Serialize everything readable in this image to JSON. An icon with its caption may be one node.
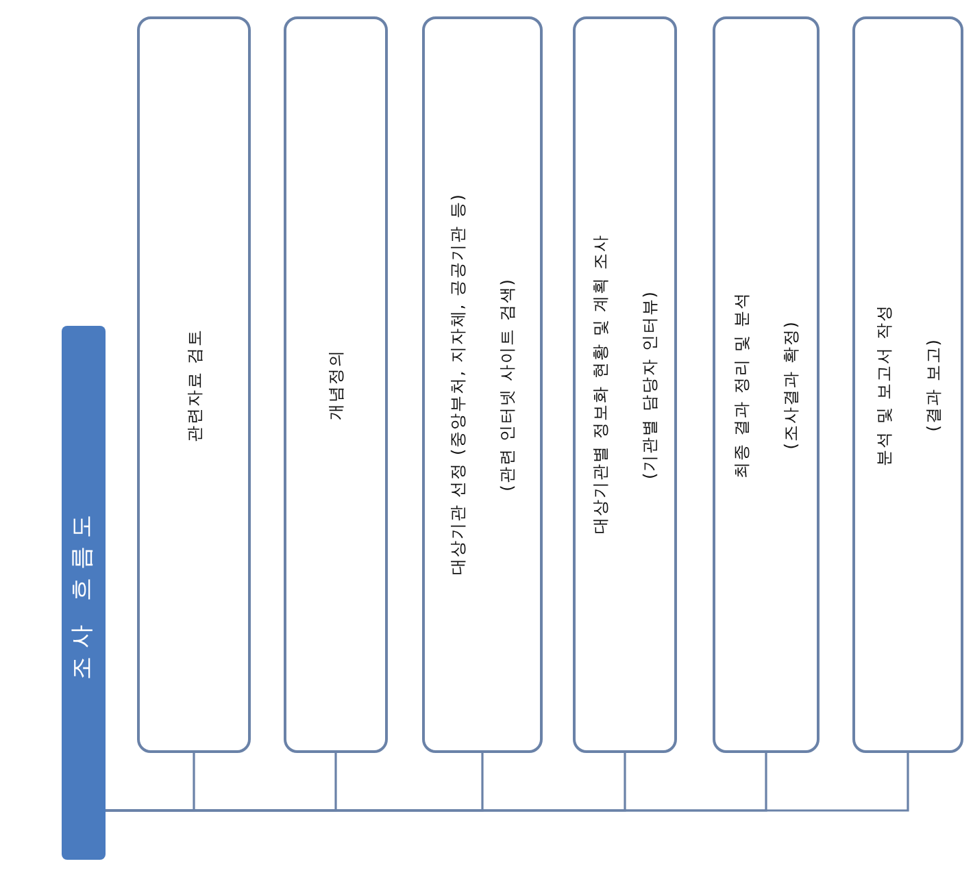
{
  "diagram": {
    "nodes": [
      {
        "text": [
          "조사 흐름도"
        ]
      },
      {
        "text": [
          "관련자료 검토"
        ]
      },
      {
        "text": [
          "개념정의"
        ]
      },
      {
        "text": [
          "대상기관 선정 (중앙부처, 지자체, 공공기관 등)",
          "(관련 인터넷 사이트 검색)"
        ]
      },
      {
        "text": [
          "대상기관별 정보화 현황 및 계획 조사",
          "(기관별 담당자 인터뷰)"
        ]
      },
      {
        "text": [
          "최종 결과 정리 및 분석",
          "(조사결과 확정)"
        ]
      },
      {
        "text": [
          "분석 및 보고서 작성",
          "(결과 보고)"
        ]
      }
    ],
    "edges": [
      {
        "from": 0,
        "to": 1,
        "arrow": "none"
      },
      {
        "from": 0,
        "to": 2,
        "arrow": "none"
      },
      {
        "from": 0,
        "to": 3,
        "arrow": "none"
      },
      {
        "from": 0,
        "to": 4,
        "arrow": "none"
      },
      {
        "from": 0,
        "to": 5,
        "arrow": "none"
      },
      {
        "from": 0,
        "to": 6,
        "arrow": "none"
      }
    ]
  }
}
